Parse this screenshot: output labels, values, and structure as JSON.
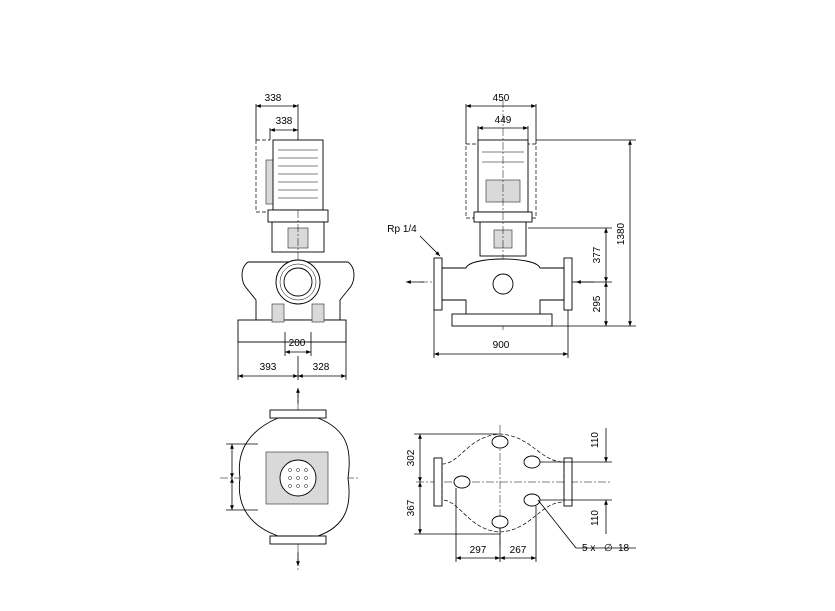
{
  "front_view": {
    "dim_top_outer": "338",
    "dim_top_inner": "338",
    "dim_flange": "200",
    "dim_left": "393",
    "dim_right": "328"
  },
  "side_view": {
    "dim_top_outer": "450",
    "dim_top_inner": "449",
    "label_port": "Rp 1/4",
    "dim_height_upper": "377",
    "dim_height_total": "1380",
    "dim_height_lower": "295",
    "dim_length": "900"
  },
  "plan_view_base": {
    "dim_upper": "302",
    "dim_lower": "367",
    "dim_right_upper": "110",
    "dim_right_lower": "110",
    "dim_bottom_left": "297",
    "dim_bottom_right": "267",
    "hole_prefix": "5 x",
    "hole_symbol": "∅",
    "hole_size": "18"
  }
}
